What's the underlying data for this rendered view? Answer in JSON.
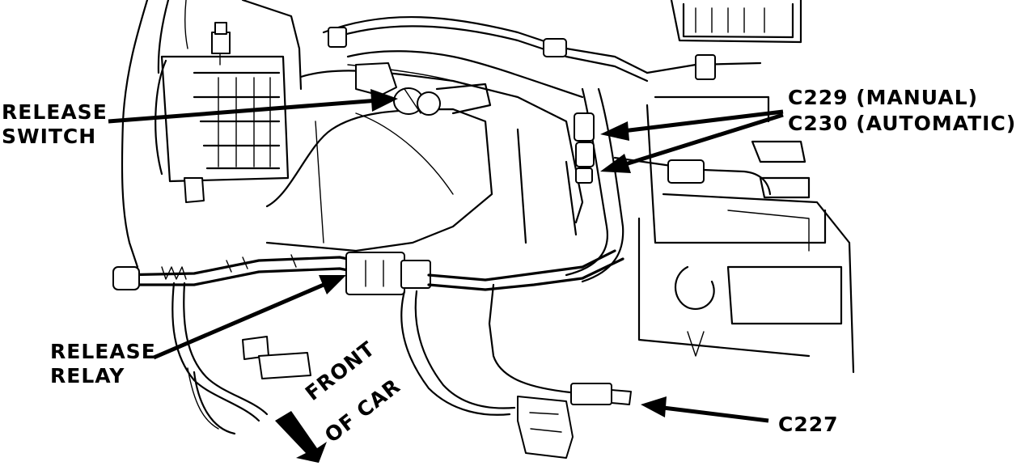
{
  "labels": {
    "release_switch_line1": "RELEASE",
    "release_switch_line2": "SWITCH",
    "c229": "C229 (MANUAL)",
    "c230": "C230 (AUTOMATIC)",
    "release_relay_line1": "RELEASE",
    "release_relay_line2": "RELAY",
    "c227": "C227",
    "front_line1": "FRONT",
    "front_line2": "OF CAR"
  }
}
